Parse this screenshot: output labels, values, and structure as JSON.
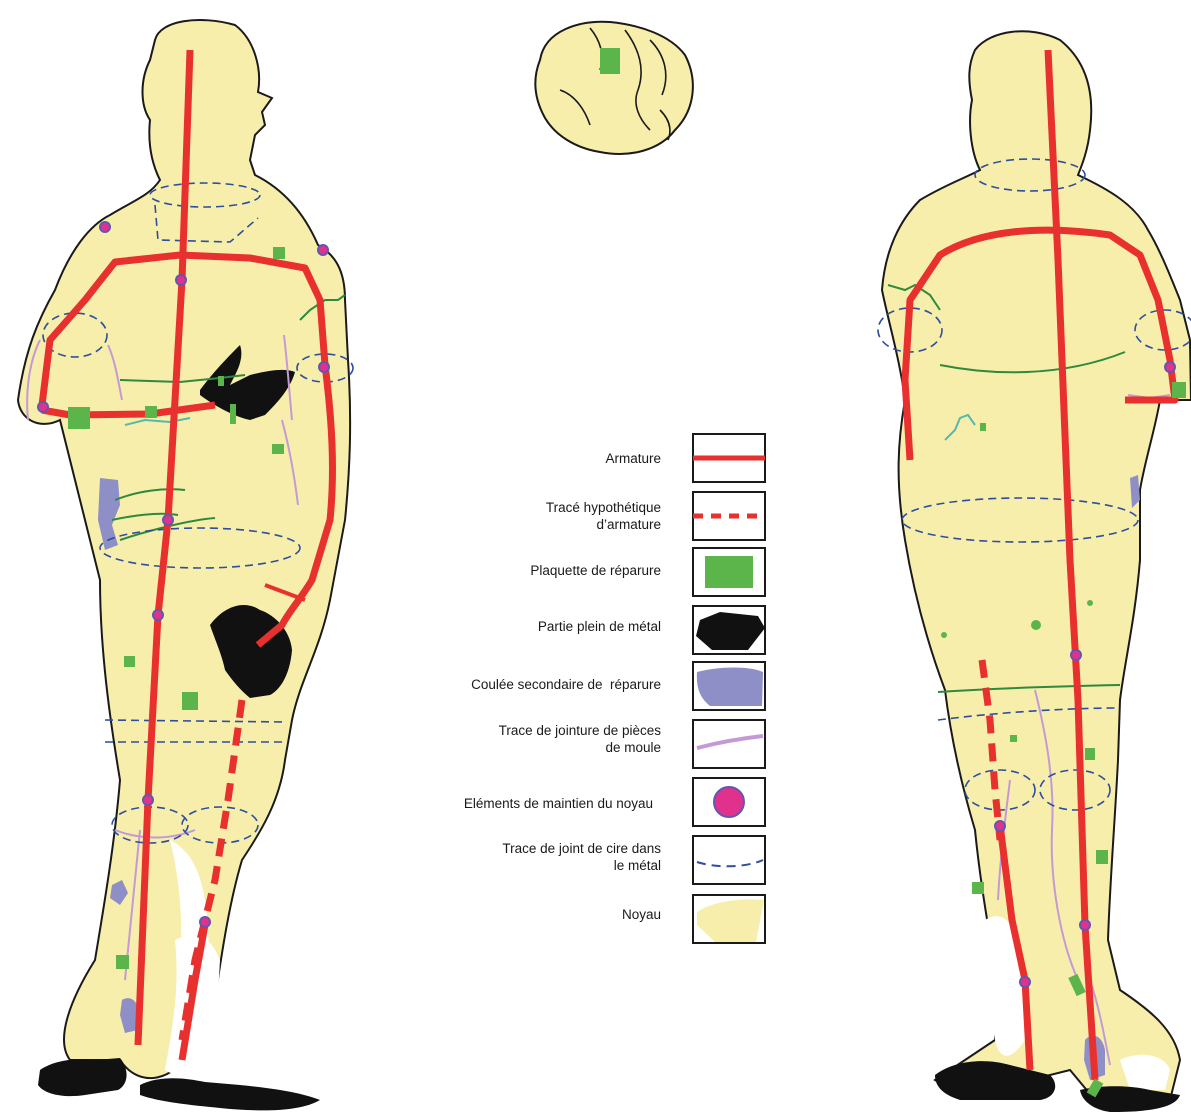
{
  "colors": {
    "core": "#f7eeab",
    "outline": "#1a1a1a",
    "armature": "#e8302e",
    "repair_plate": "#5bb54b",
    "solid_metal": "#111111",
    "secondary_casting": "#8f8fc8",
    "mould_joint": "#c49ad6",
    "core_support_fill": "#e0318c",
    "core_support_ring": "#6257b0",
    "wax_joint": "#2d4f9e",
    "crack_green": "#2e8a3c",
    "crack_cyan": "#55b8b0"
  },
  "legend": {
    "items": [
      {
        "key": "armature",
        "label": "Armature"
      },
      {
        "key": "armature-hypothetical",
        "label": "Tracé hypothétique d’armature"
      },
      {
        "key": "repair-plate",
        "label": "Plaquette de réparure"
      },
      {
        "key": "solid-metal",
        "label": "Partie plein de métal"
      },
      {
        "key": "secondary-casting",
        "label": "Coulée secondaire de  réparure"
      },
      {
        "key": "mould-joint",
        "label": "Trace de jointure de pièces de moule"
      },
      {
        "key": "core-support",
        "label": "Eléments de maintien du noyau"
      },
      {
        "key": "wax-joint",
        "label": "Trace de joint de cire dans le métal"
      },
      {
        "key": "core",
        "label": "Noyau"
      }
    ]
  }
}
